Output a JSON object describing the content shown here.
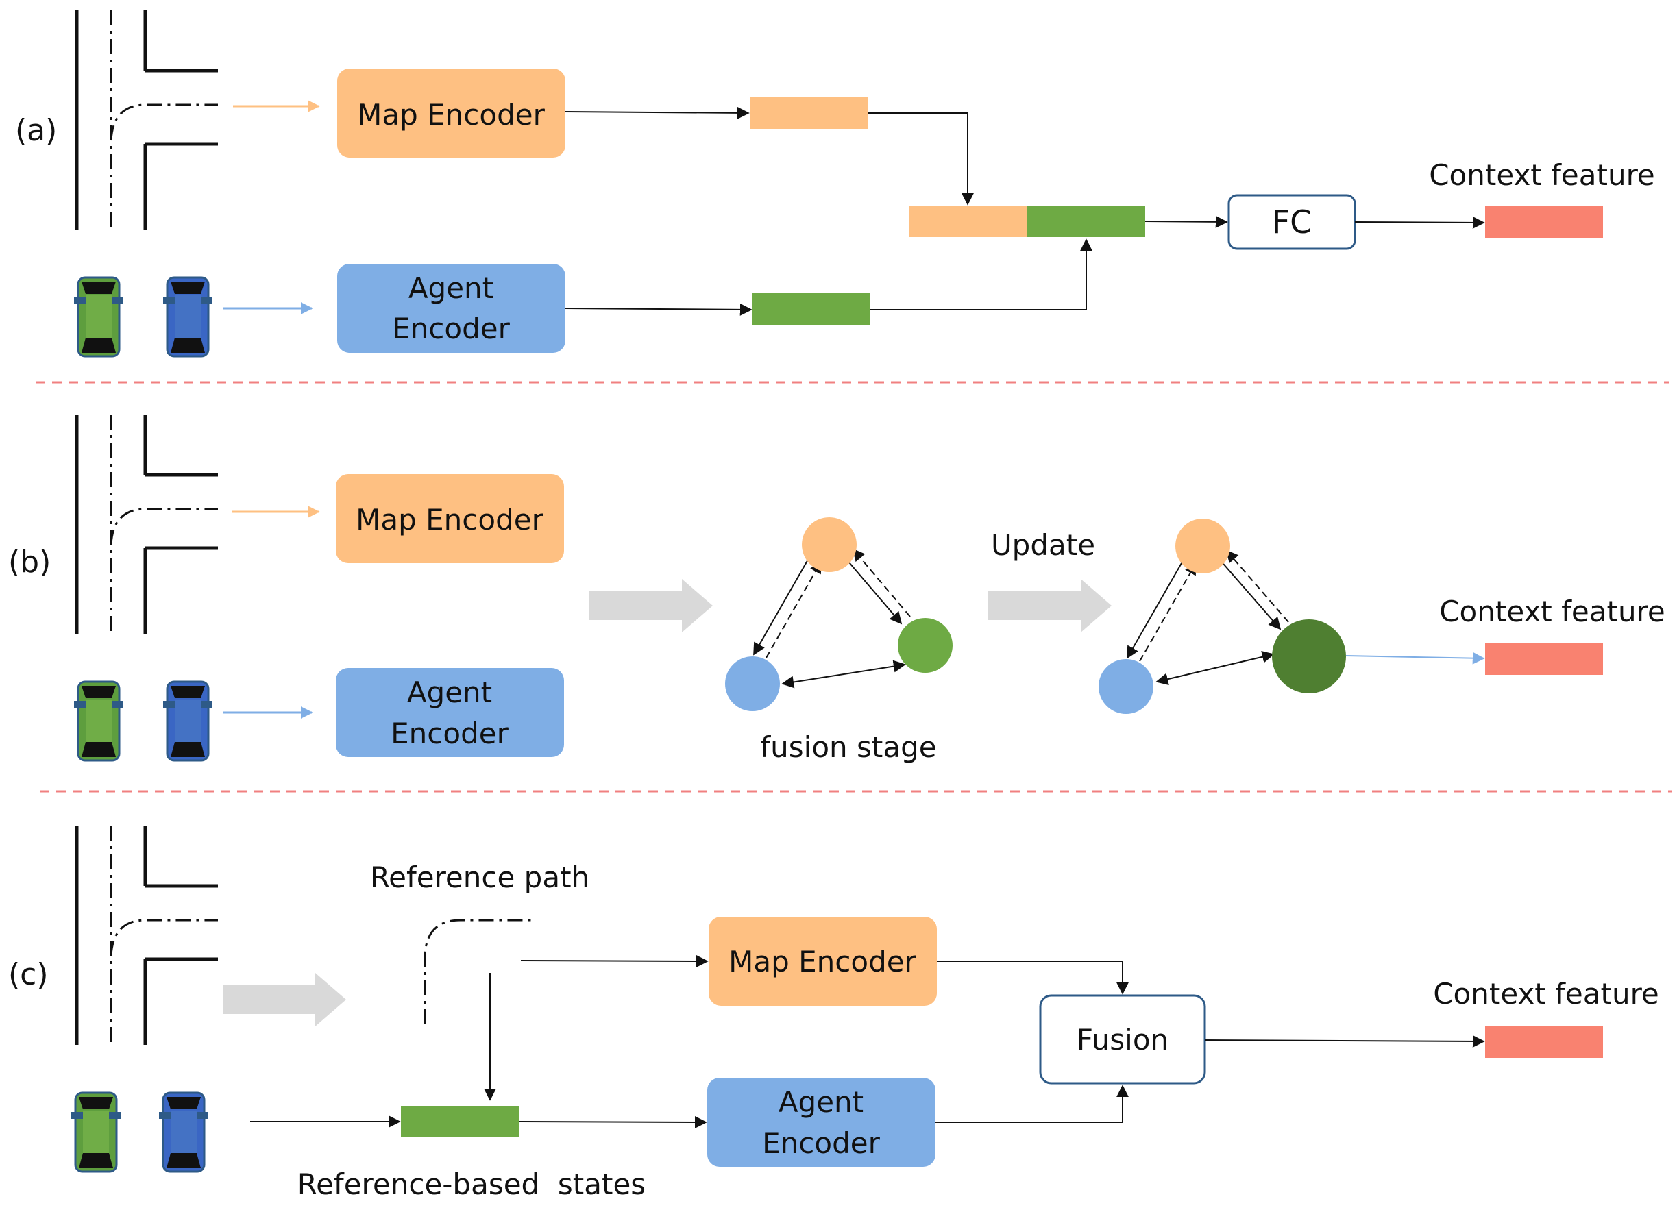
{
  "panels": {
    "a": {
      "label": "(a)",
      "map_encoder": "Map Encoder",
      "agent_encoder_line1": "Agent",
      "agent_encoder_line2": "Encoder",
      "fc": "FC",
      "context_feature": "Context feature"
    },
    "b": {
      "label": "(b)",
      "map_encoder": "Map Encoder",
      "agent_encoder_line1": "Agent",
      "agent_encoder_line2": "Encoder",
      "update": "Update",
      "fusion_stage": "fusion stage",
      "context_feature": "Context feature"
    },
    "c": {
      "label": "(c)",
      "reference_path": "Reference path",
      "map_encoder": "Map Encoder",
      "agent_encoder_line1": "Agent",
      "agent_encoder_line2": "Encoder",
      "fusion": "Fusion",
      "context_feature": "Context feature",
      "reference_states": "Reference-based  states"
    }
  },
  "colors": {
    "map": "#FEC082",
    "agent": "#7FAEE5",
    "agent_feature": "#6EAA44",
    "fused_node": "#4F7F31",
    "context": "#F98270",
    "separator": "#F08080",
    "big_arrow": "#D9D9D9",
    "fc_border": "#2E5A87"
  }
}
